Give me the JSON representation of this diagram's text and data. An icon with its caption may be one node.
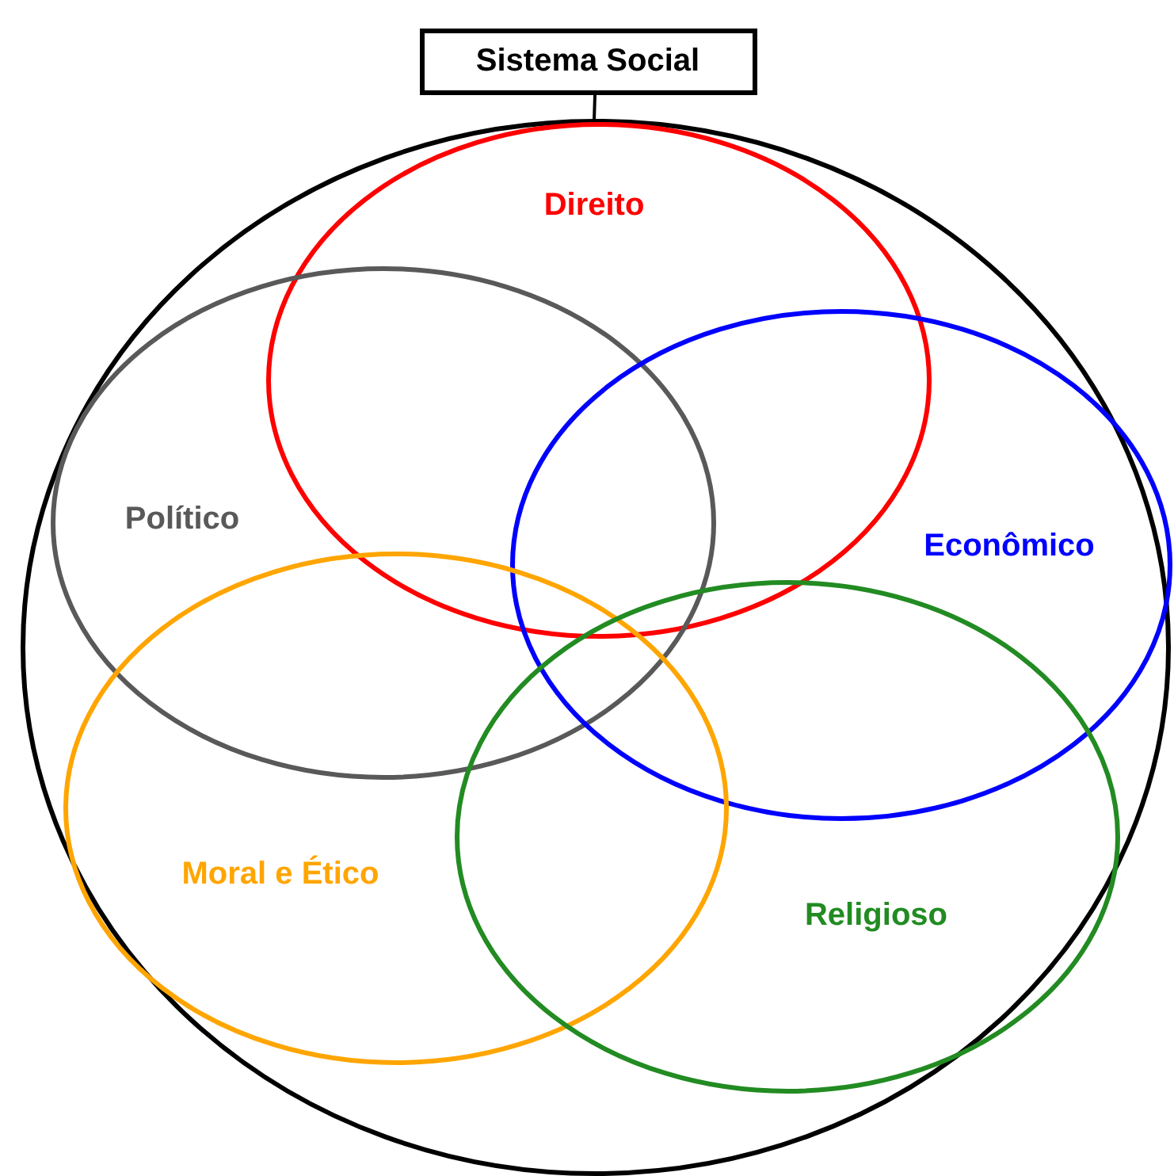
{
  "diagram": {
    "nodes": [
      {
        "text": [
          "Sistema Social"
        ]
      },
      {
        "text": [],
        "shape": "circle"
      },
      {
        "text": [
          "Direito"
        ],
        "in": 1
      },
      {
        "text": [
          "Político"
        ],
        "in": 1
      },
      {
        "text": [
          "Econômico"
        ],
        "in": 1
      },
      {
        "text": [
          "Moral e Ético"
        ],
        "in": 1
      },
      {
        "text": [
          "Religioso"
        ],
        "in": 1
      }
    ],
    "edges": [
      {
        "from": 0,
        "to": 1,
        "arrow": "none"
      }
    ]
  }
}
